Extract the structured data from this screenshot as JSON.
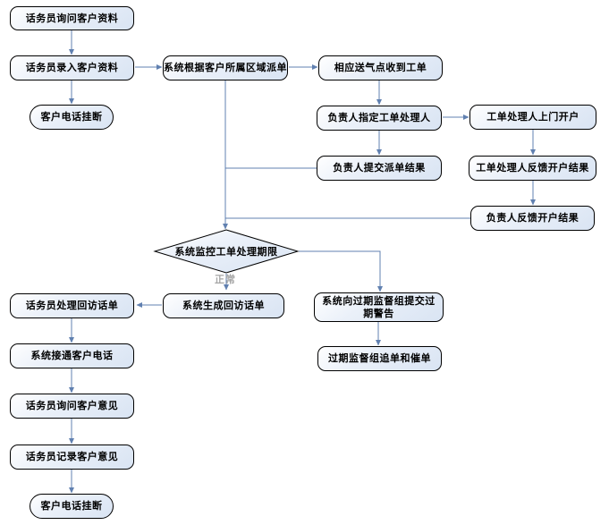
{
  "diagram": {
    "type": "flowchart",
    "colors": {
      "background": "#ffffff",
      "node_fill_top": "#ffffff",
      "node_fill_bottom": "#d9e4f3",
      "node_border": "#000000",
      "connector": "#6080b0",
      "edge_label_muted": "#a6a6a6"
    },
    "nodes": {
      "ask_info": {
        "label": "话务员询问客户资料",
        "shape": "rounded-rect"
      },
      "input_info": {
        "label": "话务员录入客户资料",
        "shape": "rounded-rect"
      },
      "hangup_top": {
        "label": "客户电话挂断",
        "shape": "stadium"
      },
      "dispatch": {
        "label": "系统根据客户所属区域派单",
        "shape": "rounded-rect"
      },
      "gas_point_receive": {
        "label": "相应送气点收到工单",
        "shape": "rounded-rect"
      },
      "assign_handler": {
        "label": "负责人指定工单处理人",
        "shape": "rounded-rect"
      },
      "handler_visit": {
        "label": "工单处理人上门开户",
        "shape": "rounded-rect"
      },
      "submit_dispatch_result": {
        "label": "负责人提交派单结果",
        "shape": "rounded-rect"
      },
      "handler_feedback": {
        "label": "工单处理人反馈开户结果",
        "shape": "rounded-rect"
      },
      "manager_feedback": {
        "label": "负责人反馈开户结果",
        "shape": "rounded-rect"
      },
      "monitor_deadline": {
        "label": "系统监控工单处理期限",
        "shape": "diamond"
      },
      "overdue_warning": {
        "label": "系统向过期监督组提交过期警告",
        "shape": "rounded-rect"
      },
      "overdue_followup": {
        "label": "过期监督组追单和催单",
        "shape": "rounded-rect"
      },
      "generate_callback": {
        "label": "系统生成回访话单",
        "shape": "rounded-rect"
      },
      "handle_callback": {
        "label": "话务员处理回访话单",
        "shape": "rounded-rect"
      },
      "connect_call": {
        "label": "系统接通客户电话",
        "shape": "rounded-rect"
      },
      "ask_opinion": {
        "label": "话务员询问客户意见",
        "shape": "rounded-rect"
      },
      "record_opinion": {
        "label": "话务员记录客户意见",
        "shape": "rounded-rect"
      },
      "hangup_bottom": {
        "label": "客户电话挂断",
        "shape": "stadium"
      }
    },
    "edge_labels": {
      "normal": "正常"
    },
    "edges": [
      {
        "from": "ask_info",
        "to": "input_info"
      },
      {
        "from": "input_info",
        "to": "hangup_top"
      },
      {
        "from": "input_info",
        "to": "dispatch"
      },
      {
        "from": "dispatch",
        "to": "gas_point_receive"
      },
      {
        "from": "gas_point_receive",
        "to": "assign_handler"
      },
      {
        "from": "assign_handler",
        "to": "handler_visit"
      },
      {
        "from": "assign_handler",
        "to": "submit_dispatch_result"
      },
      {
        "from": "handler_visit",
        "to": "handler_feedback"
      },
      {
        "from": "handler_feedback",
        "to": "manager_feedback"
      },
      {
        "from": "submit_dispatch_result",
        "to": "monitor_deadline"
      },
      {
        "from": "manager_feedback",
        "to": "monitor_deadline"
      },
      {
        "from": "dispatch",
        "to": "monitor_deadline"
      },
      {
        "from": "monitor_deadline",
        "to": "generate_callback",
        "label": "正常"
      },
      {
        "from": "monitor_deadline",
        "to": "overdue_warning"
      },
      {
        "from": "overdue_warning",
        "to": "overdue_followup"
      },
      {
        "from": "generate_callback",
        "to": "handle_callback"
      },
      {
        "from": "handle_callback",
        "to": "connect_call"
      },
      {
        "from": "connect_call",
        "to": "ask_opinion"
      },
      {
        "from": "ask_opinion",
        "to": "record_opinion"
      },
      {
        "from": "record_opinion",
        "to": "hangup_bottom"
      }
    ]
  }
}
